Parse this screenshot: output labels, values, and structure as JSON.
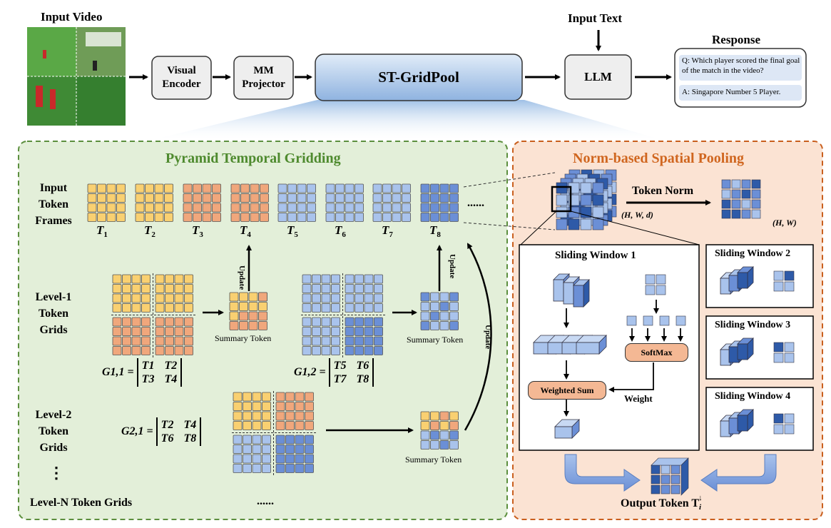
{
  "colors": {
    "yellow": "#f9d071",
    "orange": "#f0a77c",
    "light_blue": "#a9c3ec",
    "blue": "#6b8fd6",
    "dark_blue": "#2e5aa8",
    "green_panel_bg": "#e3efd9",
    "green_panel_border": "#5c8f3e",
    "orange_panel_bg": "#fbe3d3",
    "orange_panel_border": "#c95f1e",
    "green_title": "#4e8a2e",
    "orange_title": "#d0661f"
  },
  "top": {
    "input_video_label": "Input Video",
    "visual_encoder_label": "Visual Encoder",
    "mm_projector_label": "MM Projector",
    "st_gridpool_label": "ST-GridPool",
    "input_text_label": "Input Text",
    "llm_label": "LLM",
    "response_label": "Response",
    "question": "Q: Which player scored the final goal of the match in the video?",
    "answer": "A: Singapore Number 5 Player."
  },
  "left_panel": {
    "title": "Pyramid Temporal Gridding",
    "input_token_frames_label": "Input Token Frames",
    "frame_labels": [
      "T1",
      "T2",
      "T3",
      "T4",
      "T5",
      "T6",
      "T7",
      "T8"
    ],
    "ellipsis": "......",
    "update_label": "Update",
    "level1_label": "Level-1 Token Grids",
    "level2_label": "Level-2 Token Grids",
    "vdots": "⋮",
    "levelN_label": "Level-N Token Grids",
    "summary_token_label": "Summary Token",
    "g11": {
      "name": "G1,1 =",
      "m": [
        "T1",
        "T2",
        "T3",
        "T4"
      ]
    },
    "g12": {
      "name": "G1,2 =",
      "m": [
        "T5",
        "T6",
        "T7",
        "T8"
      ]
    },
    "g21": {
      "name": "G2,1 =",
      "m": [
        "T2",
        "T4",
        "T6",
        "T8"
      ]
    },
    "bottom_ellipsis": "......"
  },
  "right_panel": {
    "title": "Norm-based Spatial Pooling",
    "token_norm_label": "Token Norm",
    "hwd_label": "(H, W, d)",
    "hw_label": "(H, W)",
    "sw1_label": "Sliding Window 1",
    "sw2_label": "Sliding Window 2",
    "sw3_label": "Sliding Window 3",
    "sw4_label": "Sliding Window 4",
    "softmax_label": "SoftMax",
    "weighted_sum_label": "Weighted Sum",
    "weight_label": "Weight",
    "output_token_label": "Output Token T"
  }
}
